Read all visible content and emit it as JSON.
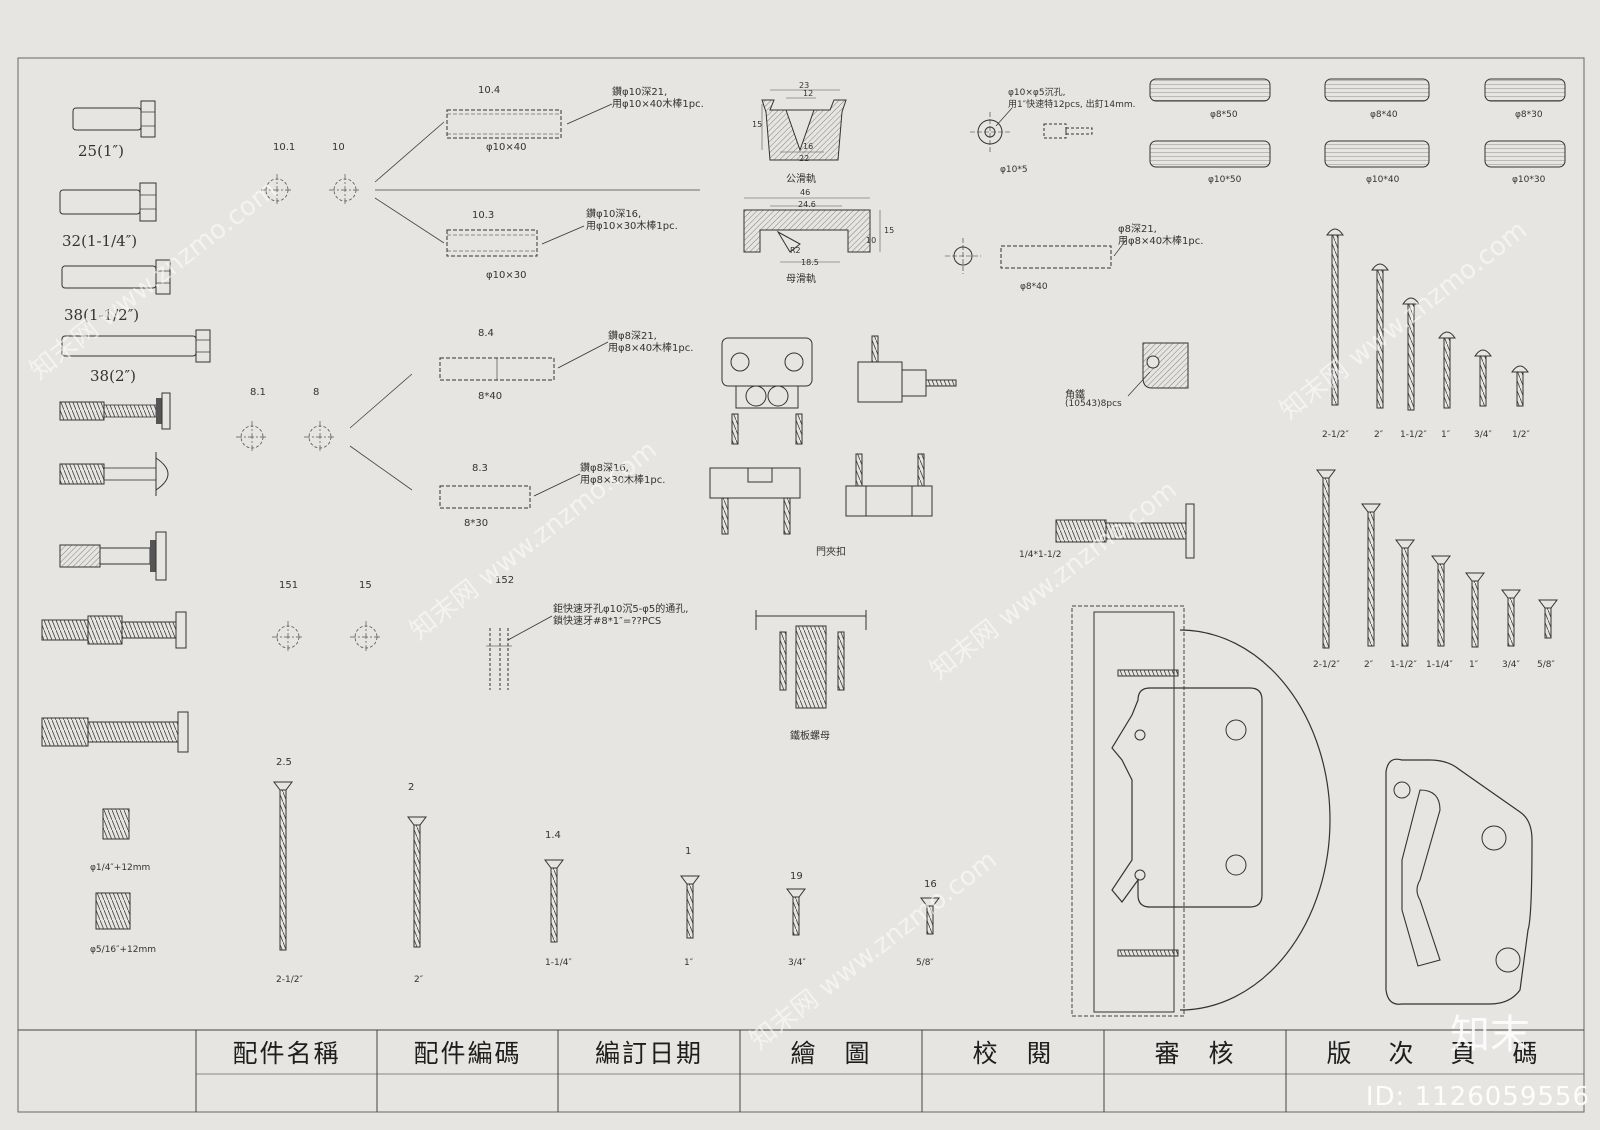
{
  "bolts": {
    "b25": "25(1″)",
    "b32": "32(1-1/4″)",
    "b38a": "38(1-1/2″)",
    "b38b": "38(2″)"
  },
  "holes": {
    "h101": "10.1",
    "h10": "10",
    "h104": "10.4",
    "h103": "10.3",
    "h81": "8.1",
    "h8": "8",
    "h84": "8.4",
    "h83": "8.3",
    "h151": "151",
    "h15": "15",
    "h152": "152"
  },
  "dowel_labels": {
    "d1040": "φ10×40",
    "d1030": "φ10×30",
    "d840": "8*40",
    "d830": "8*30"
  },
  "notes": {
    "n104a": "鑽φ10深21,",
    "n104b": "用φ10×40木棒1pc.",
    "n103a": "鑽φ10深16,",
    "n103b": "用φ10×30木棒1pc.",
    "n84a": "鑽φ8深21,",
    "n84b": "用φ8×40木棒1pc.",
    "n83a": "鑽φ8深16,",
    "n83b": "用φ8×30木棒1pc.",
    "n152a": "鉅快速牙孔φ10沉5-φ5的通孔,",
    "n152b": "鎖快速牙#8*1″=??PCS",
    "n105a": "φ10×φ5沉孔,",
    "n105b": "用1″快速特12pcs, 出釘14mm.",
    "n105lbl": "φ10*5",
    "n840a": "φ8深21,",
    "n840b": "用φ8×40木棒1pc.",
    "n840lbl": "φ8*40"
  },
  "rails": {
    "male": "公滑軌",
    "female": "母滑軌",
    "dims_male": [
      "23",
      "12",
      "15",
      "16",
      "22"
    ],
    "dims_female": [
      "46",
      "24.6",
      "15",
      "10",
      "R2",
      "18.5"
    ]
  },
  "parts": {
    "door_clip": "門夾扣",
    "plate_nut": "鐵板螺母",
    "corner_iron": "角鐵",
    "corner_iron_code": "(10543)8pcs",
    "long_bolt": "1/4*1-1/2",
    "insert1": "φ1/4″+12mm",
    "insert2": "φ5/16″+12mm"
  },
  "dowels_top": [
    "φ8*50",
    "φ8*40",
    "φ8*30",
    "φ10*50",
    "φ10*40",
    "φ10*30"
  ],
  "pan_screws": [
    "2-1/2″",
    "2″",
    "1-1/2″",
    "1″",
    "3/4″",
    "1/2″"
  ],
  "flat_screws": [
    "2-1/2″",
    "2″",
    "1-1/2″",
    "1-1/4″",
    "1″",
    "3/4″",
    "5/8″"
  ],
  "bottom_screws": {
    "top": [
      "2.5",
      "2",
      "1.4",
      "1",
      "19",
      "16"
    ],
    "bottom": [
      "2-1/2″",
      "2″",
      "1-1/4″",
      "1″",
      "3/4″",
      "5/8″"
    ]
  },
  "title_block": [
    "配件名稱",
    "配件編碼",
    "編訂日期",
    "繪　圖",
    "校　閱",
    "審　核",
    "版　次　頁　碼"
  ],
  "watermark": "知末网 www.znzmo.com",
  "brand": "知末",
  "id_text": "ID: 1126059556"
}
